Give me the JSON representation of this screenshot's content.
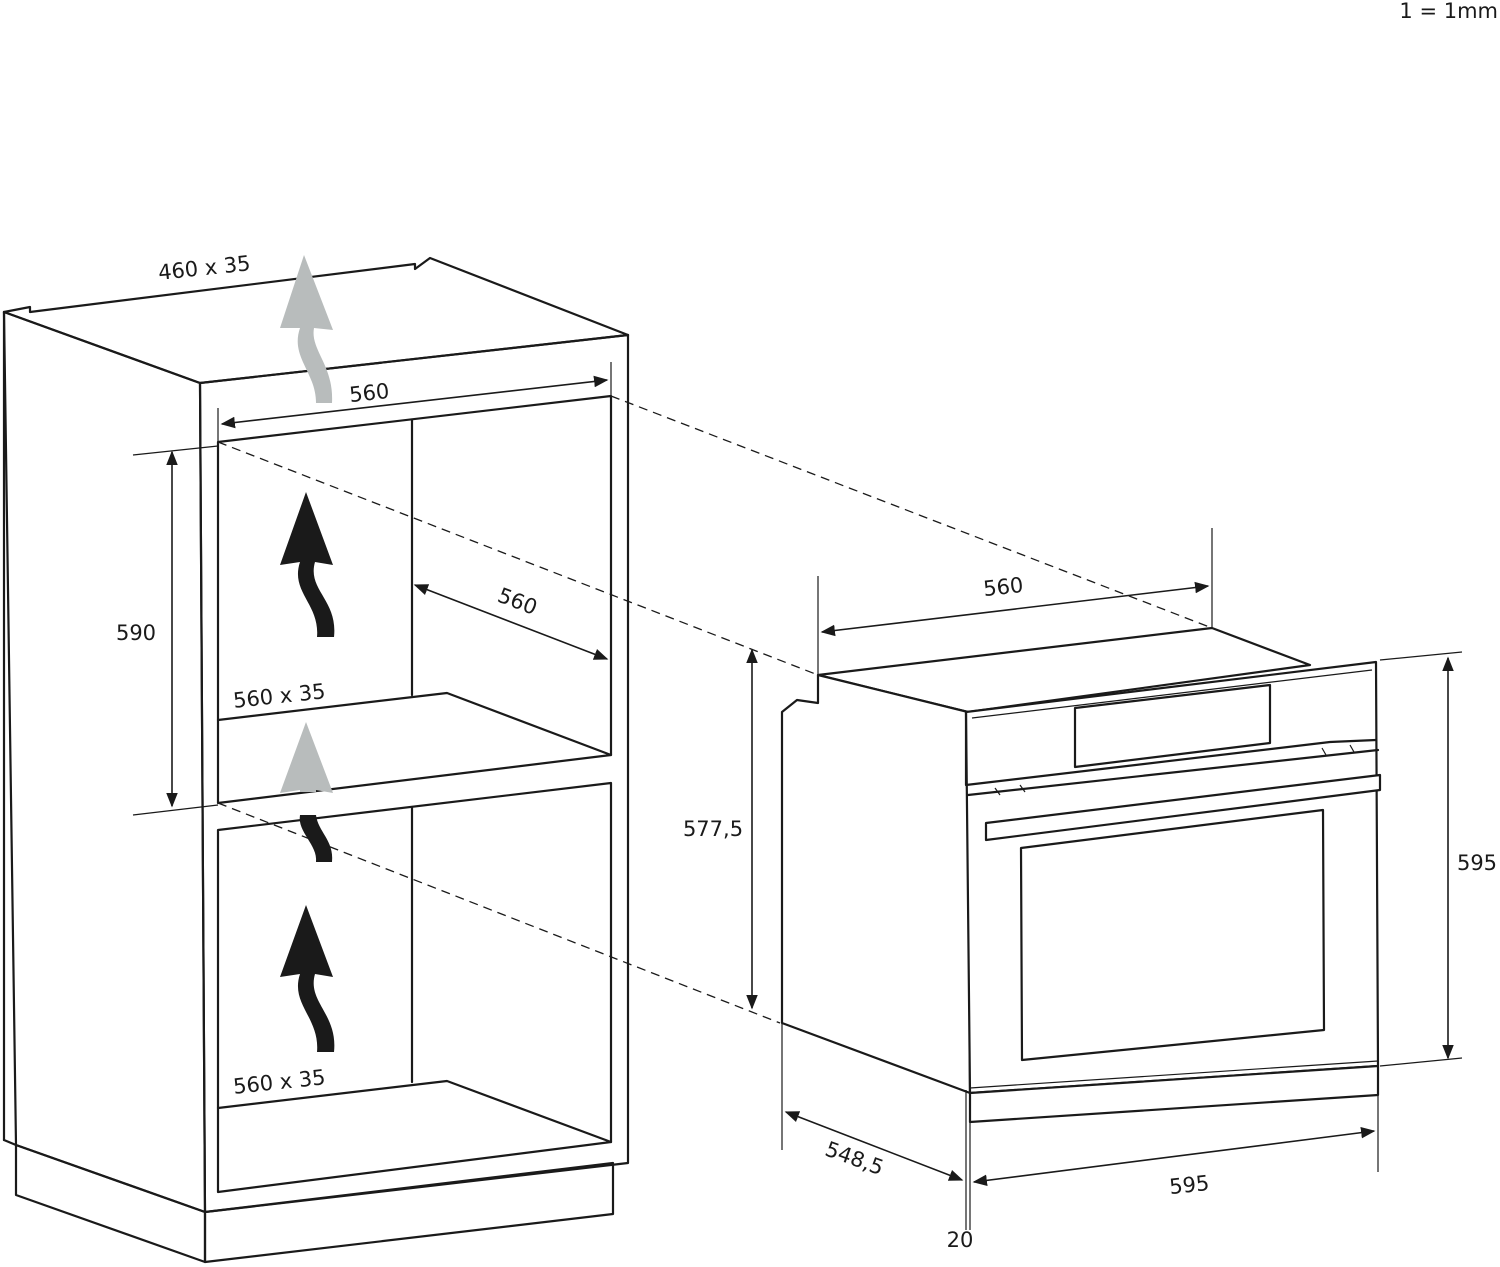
{
  "scale_note": "1 = 1mm",
  "cabinet": {
    "top_vent": "460 x 35",
    "width_inner": "560",
    "height_niche": "590",
    "depth_inner": "560",
    "mid_vent": "560 x 35",
    "bottom_vent": "560 x 35"
  },
  "oven": {
    "depth_body": "560",
    "height_body": "577,5",
    "height_front": "595",
    "width_front": "595",
    "depth_total": "548,5",
    "front_thickness": "20"
  },
  "colors": {
    "line": "#1a1a1a",
    "arrow_dark": "#1a1a1a",
    "arrow_light": "#b8bcbc"
  }
}
